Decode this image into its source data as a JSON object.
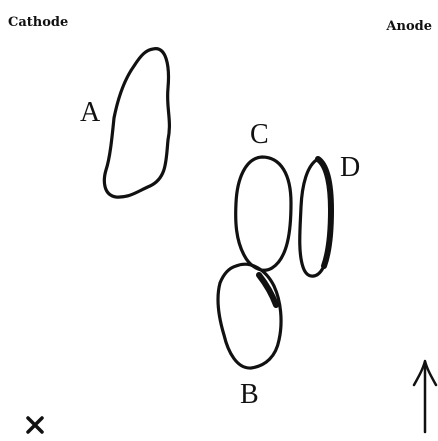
{
  "electrodes": {
    "left": "Cathode",
    "right": "Anode"
  },
  "spots": [
    {
      "id": "a",
      "label": "A"
    },
    {
      "id": "b",
      "label": "B"
    },
    {
      "id": "c",
      "label": "C"
    },
    {
      "id": "d",
      "label": "D"
    }
  ],
  "origin_marker": "cross-mark",
  "direction_marker": "up-arrow"
}
